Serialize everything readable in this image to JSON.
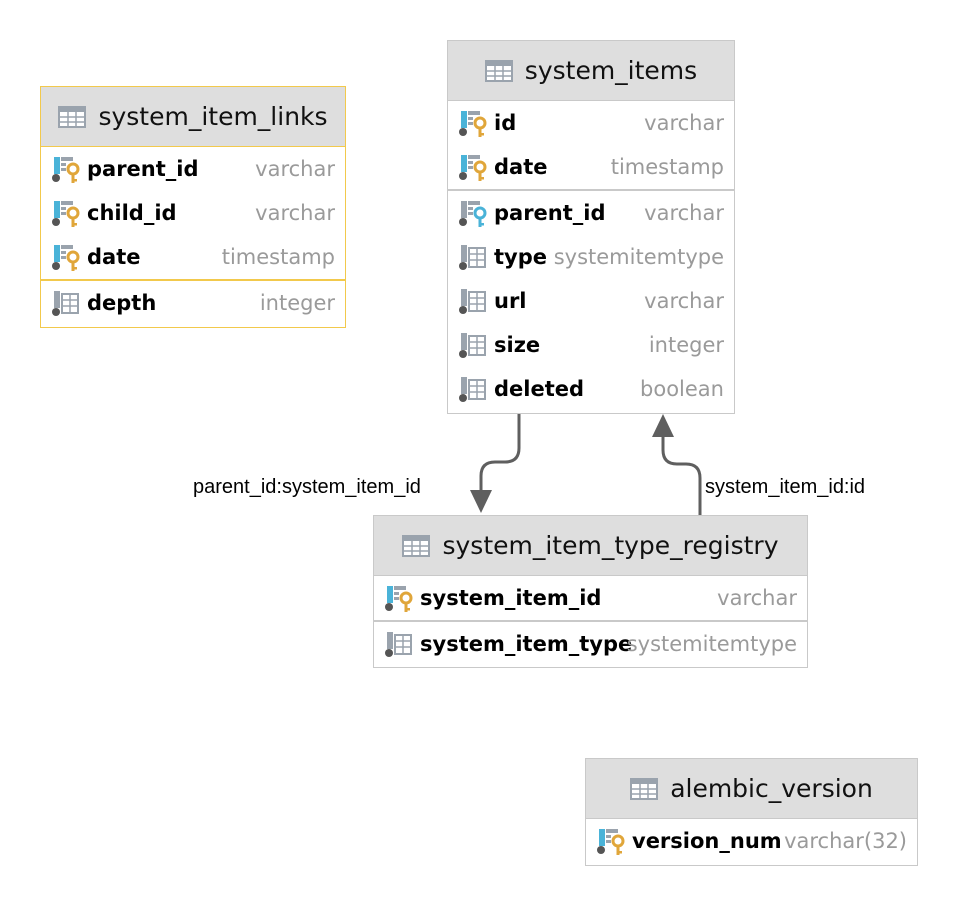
{
  "tables": {
    "system_item_links": {
      "name": "system_item_links",
      "columns": [
        {
          "name": "parent_id",
          "type": "varchar",
          "icon": "primary-key-icon"
        },
        {
          "name": "child_id",
          "type": "varchar",
          "icon": "primary-key-icon"
        },
        {
          "name": "date",
          "type": "timestamp",
          "icon": "primary-key-icon"
        },
        {
          "name": "depth",
          "type": "integer",
          "icon": "column-icon"
        }
      ]
    },
    "system_items": {
      "name": "system_items",
      "columns": [
        {
          "name": "id",
          "type": "varchar",
          "icon": "primary-key-icon"
        },
        {
          "name": "date",
          "type": "timestamp",
          "icon": "primary-key-icon"
        },
        {
          "name": "parent_id",
          "type": "varchar",
          "icon": "foreign-key-icon"
        },
        {
          "name": "type",
          "type": "systemitemtype",
          "icon": "column-icon"
        },
        {
          "name": "url",
          "type": "varchar",
          "icon": "column-icon"
        },
        {
          "name": "size",
          "type": "integer",
          "icon": "column-icon"
        },
        {
          "name": "deleted",
          "type": "boolean",
          "icon": "column-icon"
        }
      ]
    },
    "system_item_type_registry": {
      "name": "system_item_type_registry",
      "columns": [
        {
          "name": "system_item_id",
          "type": "varchar",
          "icon": "primary-key-icon"
        },
        {
          "name": "system_item_type",
          "type": "systemitemtype",
          "icon": "column-icon"
        }
      ]
    },
    "alembic_version": {
      "name": "alembic_version",
      "columns": [
        {
          "name": "version_num",
          "type": "varchar(32)",
          "icon": "primary-key-icon"
        }
      ]
    }
  },
  "relations": [
    {
      "label": "parent_id:system_item_id"
    },
    {
      "label": "system_item_id:id"
    }
  ],
  "colors": {
    "header_bg": "#dedede",
    "border": "#c9c9c9",
    "selected_border": "#f2c94c",
    "key_gold": "#e0a63a",
    "key_blue": "#4ab3d8",
    "type_text": "#9a9a9a",
    "line": "#5f5f5f"
  }
}
